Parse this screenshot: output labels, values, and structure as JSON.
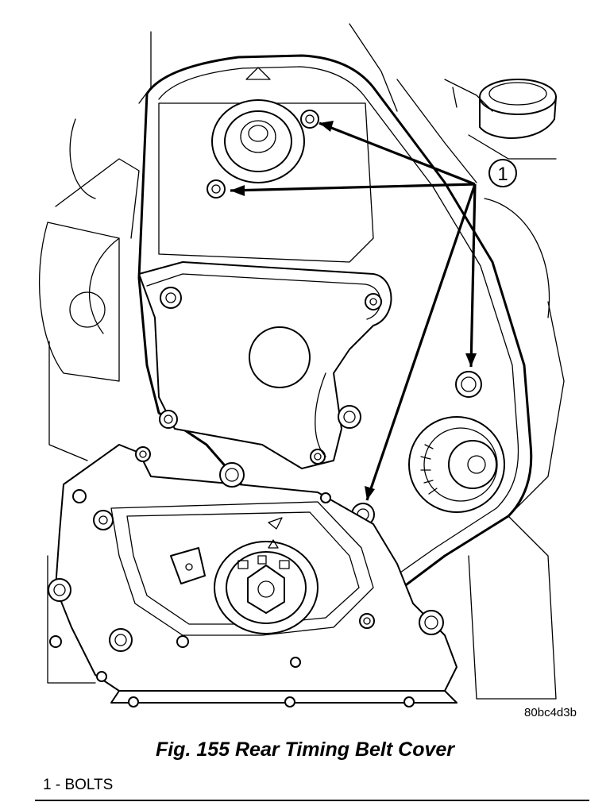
{
  "figure": {
    "callout_number": "1",
    "figure_id": "80bc4d3b"
  },
  "caption": "Fig. 155 Rear Timing Belt Cover",
  "legend": [
    {
      "text": "1 - BOLTS"
    }
  ]
}
